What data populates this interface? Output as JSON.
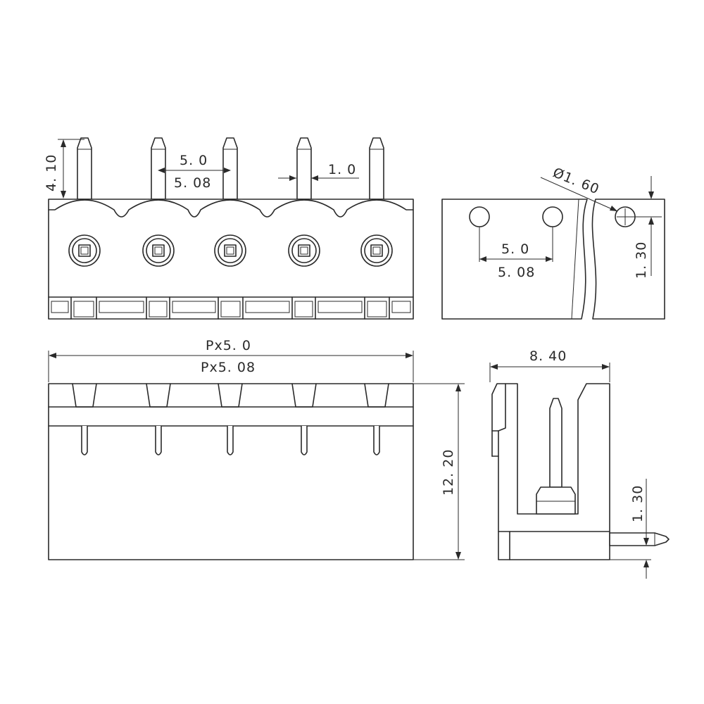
{
  "dimensions": {
    "pin_height": "4. 10",
    "pin_pitch_nominal": "5. 0",
    "pin_pitch_exact": "5. 08",
    "pin_width": "1. 0",
    "hole_diameter": "Ø1. 60",
    "hole_offset_top": "1. 30",
    "hole_pitch_nominal": "5. 0",
    "hole_pitch_exact": "5. 08",
    "total_length_nominal": "Px5. 0",
    "total_length_exact": "Px5. 08",
    "body_height": "12. 20",
    "body_depth": "8. 40",
    "pin_offset_side": "1. 30"
  },
  "line_color": "#2a2a2a",
  "background": "#ffffff"
}
